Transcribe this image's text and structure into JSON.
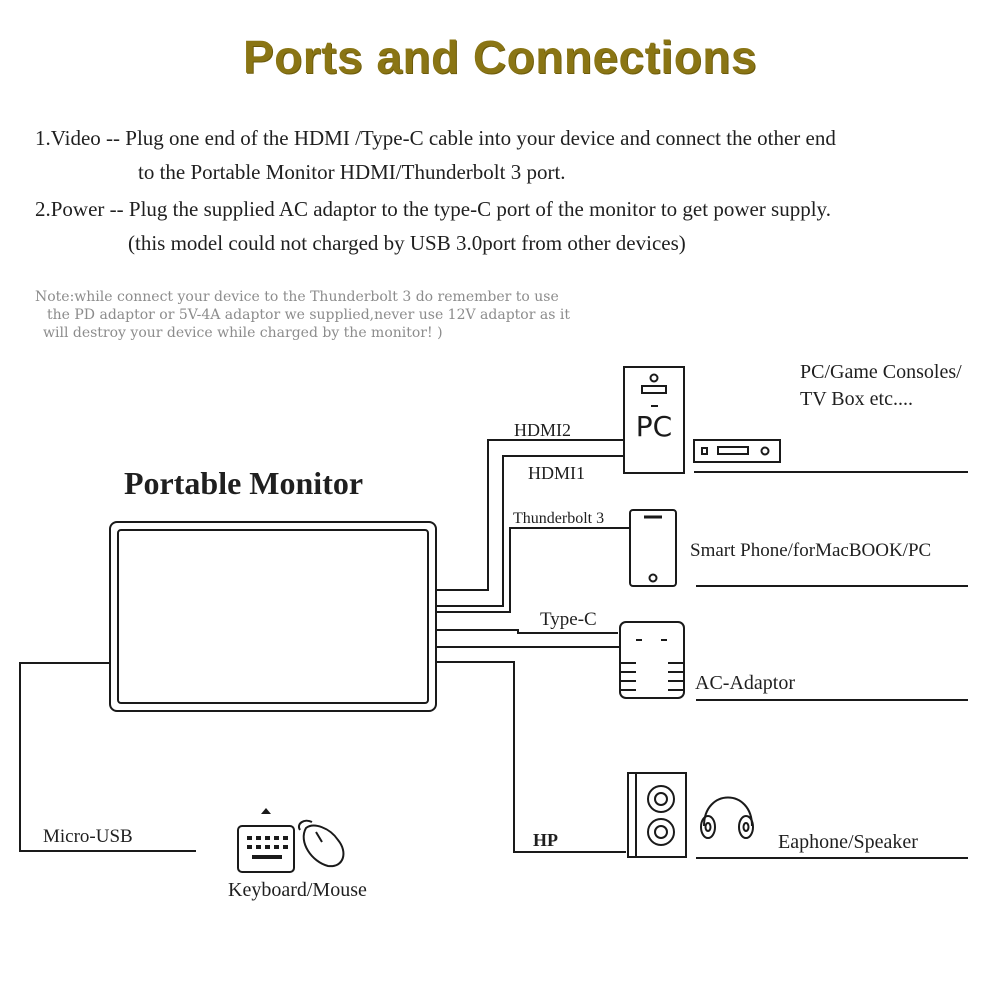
{
  "title": "Ports and Connections",
  "instructions": {
    "video_line1": "1.Video -- Plug one end of the HDMI /Type-C cable into your device and connect the other end",
    "video_line2": "to the Portable Monitor HDMI/Thunderbolt 3 port.",
    "power_line1": "2.Power -- Plug the  supplied AC adaptor to the type-C port of the monitor to get power supply.",
    "power_line2": "(this model could not charged by USB 3.0port from other devices)"
  },
  "note": {
    "line1": "Note:while connect your device to the Thunderbolt 3 do remember to use",
    "line2": "the PD adaptor or 5V-4A adaptor we supplied,never use 12V adaptor as it",
    "line3": "will destroy your device while charged by the monitor! )"
  },
  "diagram": {
    "monitor_label": "Portable Monitor",
    "ports": {
      "hdmi2": "HDMI2",
      "hdmi1": "HDMI1",
      "thunderbolt": "Thunderbolt 3",
      "typec": "Type-C",
      "hp": "HP",
      "micro_usb": "Micro-USB"
    },
    "devices": {
      "pc_text": "PC",
      "pc_consoles_line1": "PC/Game Consoles/",
      "pc_consoles_line2": "TV Box etc....",
      "smartphone": "Smart Phone/forMacBOOK/PC",
      "ac_adaptor": "AC-Adaptor",
      "earphone_speaker": "Eaphone/Speaker",
      "keyboard_mouse": "Keyboard/Mouse"
    },
    "line_color": "#1a1a1a",
    "title_color": "#8a7514",
    "note_color": "#8c8c8c"
  }
}
